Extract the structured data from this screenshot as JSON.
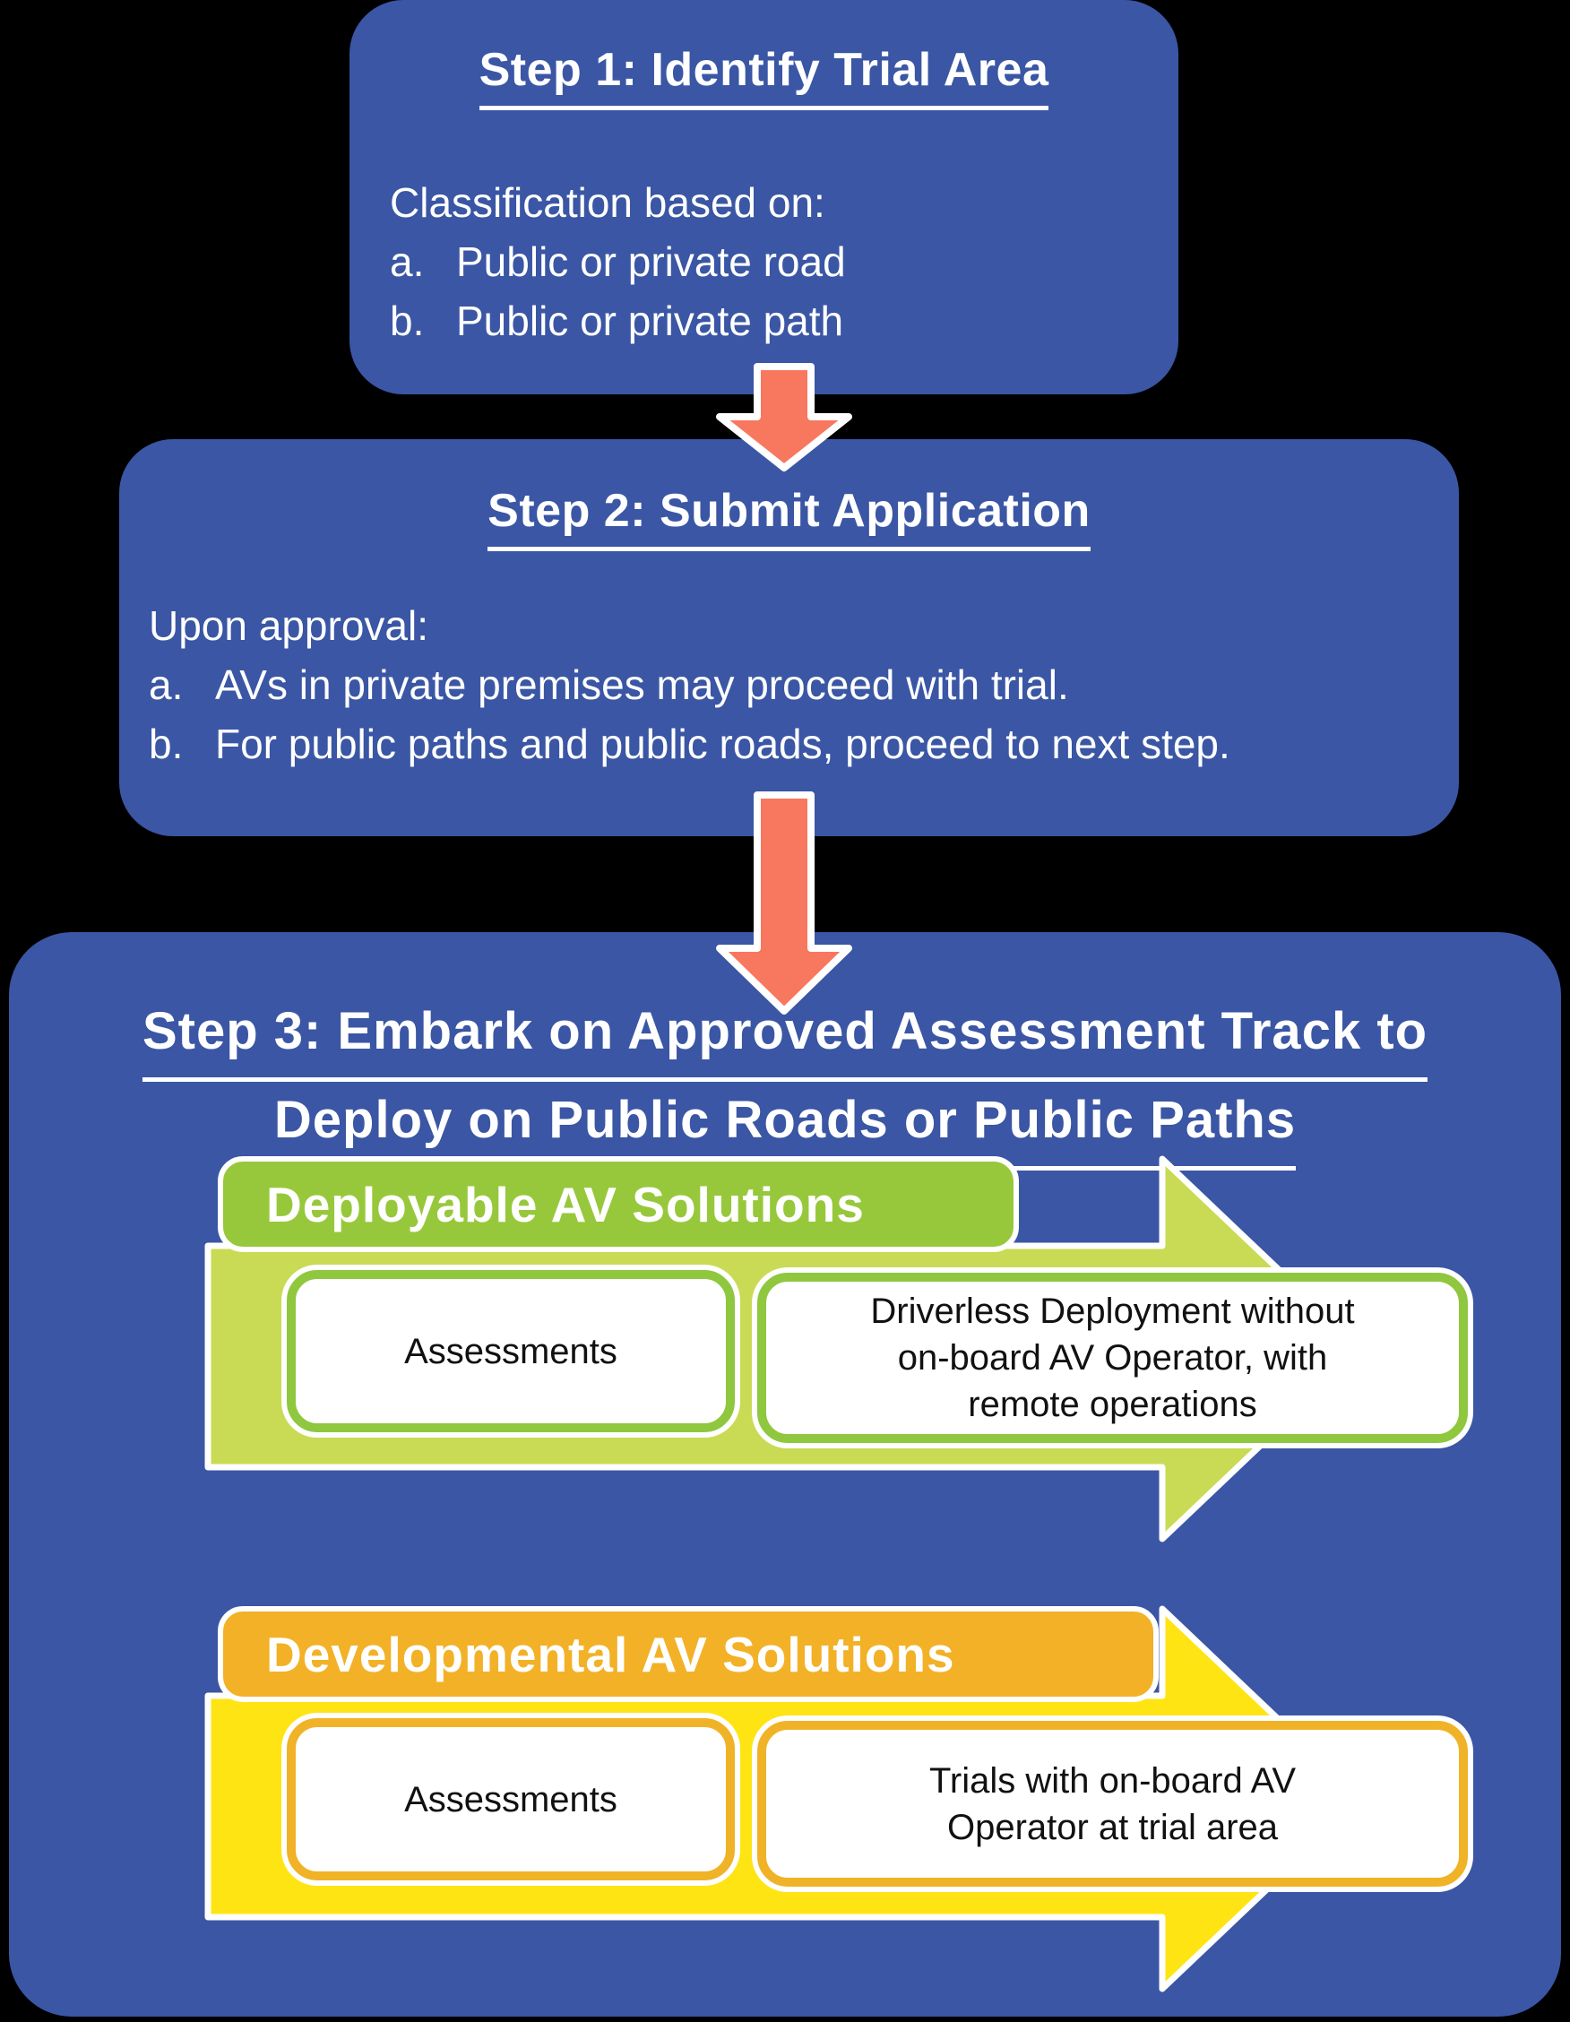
{
  "colors": {
    "background": "#000000",
    "panel_blue": "#3A56A4",
    "arrow_salmon": "#F8775F",
    "green_header": "#97C83C",
    "green_body": "#C9DB54",
    "green_border": "#8FC73F",
    "yellow_header": "#F2B127",
    "yellow_body": "#FFE414",
    "yellow_border": "#F0B327",
    "text_light": "#FFFFFF",
    "text_dark": "#111111"
  },
  "step1": {
    "title": "Step 1: Identify Trial Area",
    "intro": "Classification based on:",
    "items": [
      {
        "marker": "a.",
        "text": "Public or private road"
      },
      {
        "marker": "b.",
        "text": "Public or private path"
      }
    ]
  },
  "step2": {
    "title": "Step 2: Submit Application",
    "intro": "Upon approval:",
    "items": [
      {
        "marker": "a.",
        "text": "AVs in private premises may proceed with trial."
      },
      {
        "marker": "b.",
        "text": "For public paths and public roads, proceed to next step."
      }
    ]
  },
  "step3": {
    "title_line1": "Step 3: Embark on Approved Assessment Track to",
    "title_line2": "Deploy on Public Roads or Public Paths",
    "tracks": [
      {
        "name": "deployable",
        "header": "Deployable AV Solutions",
        "assessments_label": "Assessments",
        "outcome_lines": [
          "Driverless Deployment without",
          "on-board AV Operator, with",
          "remote operations"
        ]
      },
      {
        "name": "developmental",
        "header": "Developmental AV Solutions",
        "assessments_label": "Assessments",
        "outcome_lines": [
          "Trials with on-board AV",
          "Operator at trial area"
        ]
      }
    ]
  }
}
